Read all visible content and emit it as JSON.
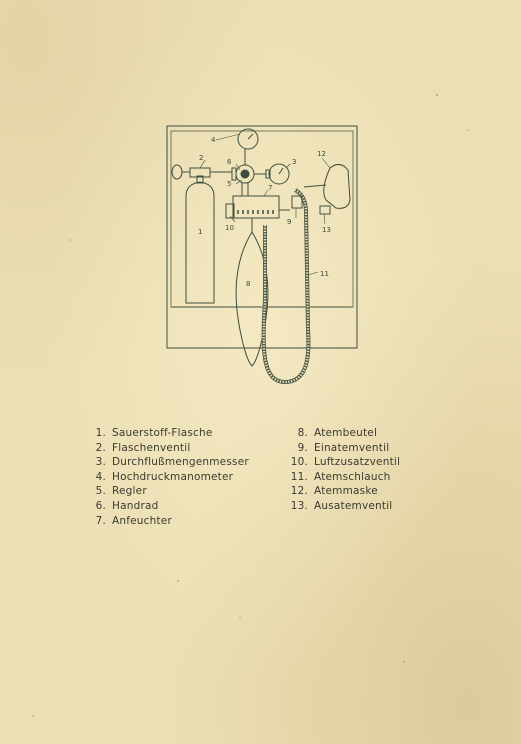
{
  "diagram": {
    "callouts": [
      "1",
      "2",
      "3",
      "4",
      "5",
      "6",
      "7",
      "8",
      "9",
      "10",
      "11",
      "12",
      "13"
    ]
  },
  "legend_left": [
    {
      "num": "1.",
      "label": "Sauerstoff-Flasche"
    },
    {
      "num": "2.",
      "label": "Flaschenventil"
    },
    {
      "num": "3.",
      "label": "Durchflußmengenmesser"
    },
    {
      "num": "4.",
      "label": "Hochdruckmanometer"
    },
    {
      "num": "5.",
      "label": "Regler"
    },
    {
      "num": "6.",
      "label": "Handrad"
    },
    {
      "num": "7.",
      "label": "Anfeuchter"
    }
  ],
  "legend_right": [
    {
      "num": "8.",
      "label": "Atembeutel"
    },
    {
      "num": "9.",
      "label": "Einatemventil"
    },
    {
      "num": "10.",
      "label": "Luftzusatzventil"
    },
    {
      "num": "11.",
      "label": "Atemschlauch"
    },
    {
      "num": "12.",
      "label": "Atemmaske"
    },
    {
      "num": "13.",
      "label": "Ausatemventil"
    }
  ]
}
